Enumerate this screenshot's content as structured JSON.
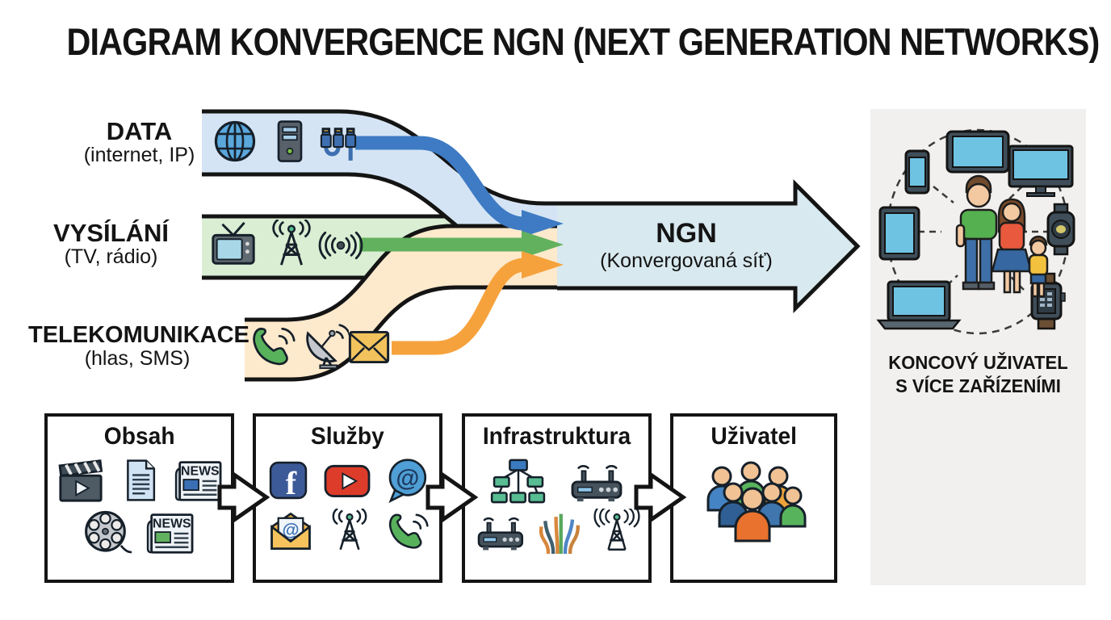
{
  "title": "DIAGRAM KONVERGENCE NGN (NEXT GENERATION NETWORKS)",
  "streams": [
    {
      "label": "DATA",
      "sublabel": "(internet, IP)",
      "band_color": "#d5e4f4",
      "arrow_color": "#3e7bc4",
      "icons": [
        "globe-icon",
        "desktop-computer-icon",
        "usb-cables-icon"
      ]
    },
    {
      "label": "VYSÍLÁNÍ",
      "sublabel": "(TV, rádio)",
      "band_color": "#daeed3",
      "arrow_color": "#62b15e",
      "icons": [
        "tv-icon",
        "broadcast-tower-icon",
        "radio-signal-icon"
      ]
    },
    {
      "label": "TELEKOMUNIKACE",
      "sublabel": "(hlas, SMS)",
      "band_color": "#fde9cc",
      "arrow_color": "#f6a23c",
      "icons": [
        "phone-handset-icon",
        "satellite-dish-icon",
        "envelope-icon"
      ]
    }
  ],
  "ngn": {
    "label": "NGN",
    "sublabel": "(Konvergovaná síť)",
    "fill_color": "#d8e9ef"
  },
  "end_user": {
    "line1": "KONCOVÝ UŽIVATEL",
    "line2": "S VÍCE ZAŘÍZENÍMI",
    "panel_color": "#f1f0ee",
    "devices": [
      "tablet",
      "smartphone",
      "television",
      "tablet",
      "smartwatch",
      "laptop",
      "smartwatch"
    ],
    "illustration": "family-of-three-with-connected-devices"
  },
  "pipeline": {
    "boxes": [
      {
        "label": "Obsah",
        "icons": [
          "clapperboard-icon",
          "document-icon",
          "newspaper-icon",
          "film-reel-icon",
          "newspaper-icon"
        ]
      },
      {
        "label": "Služby",
        "icons": [
          "facebook-icon",
          "youtube-icon",
          "chat-at-icon",
          "email-at-icon",
          "antenna-tower-icon",
          "phone-call-icon"
        ]
      },
      {
        "label": "Infrastruktura",
        "icons": [
          "network-topology-icon",
          "wifi-router-icon",
          "wifi-router-icon",
          "fiber-cables-icon",
          "radio-mast-icon"
        ]
      },
      {
        "label": "Uživatel",
        "icons": [
          "user-group-icon"
        ]
      }
    ]
  },
  "icon_text": {
    "news_label": "NEWS",
    "facebook_letter": "f",
    "at_symbol": "@"
  }
}
